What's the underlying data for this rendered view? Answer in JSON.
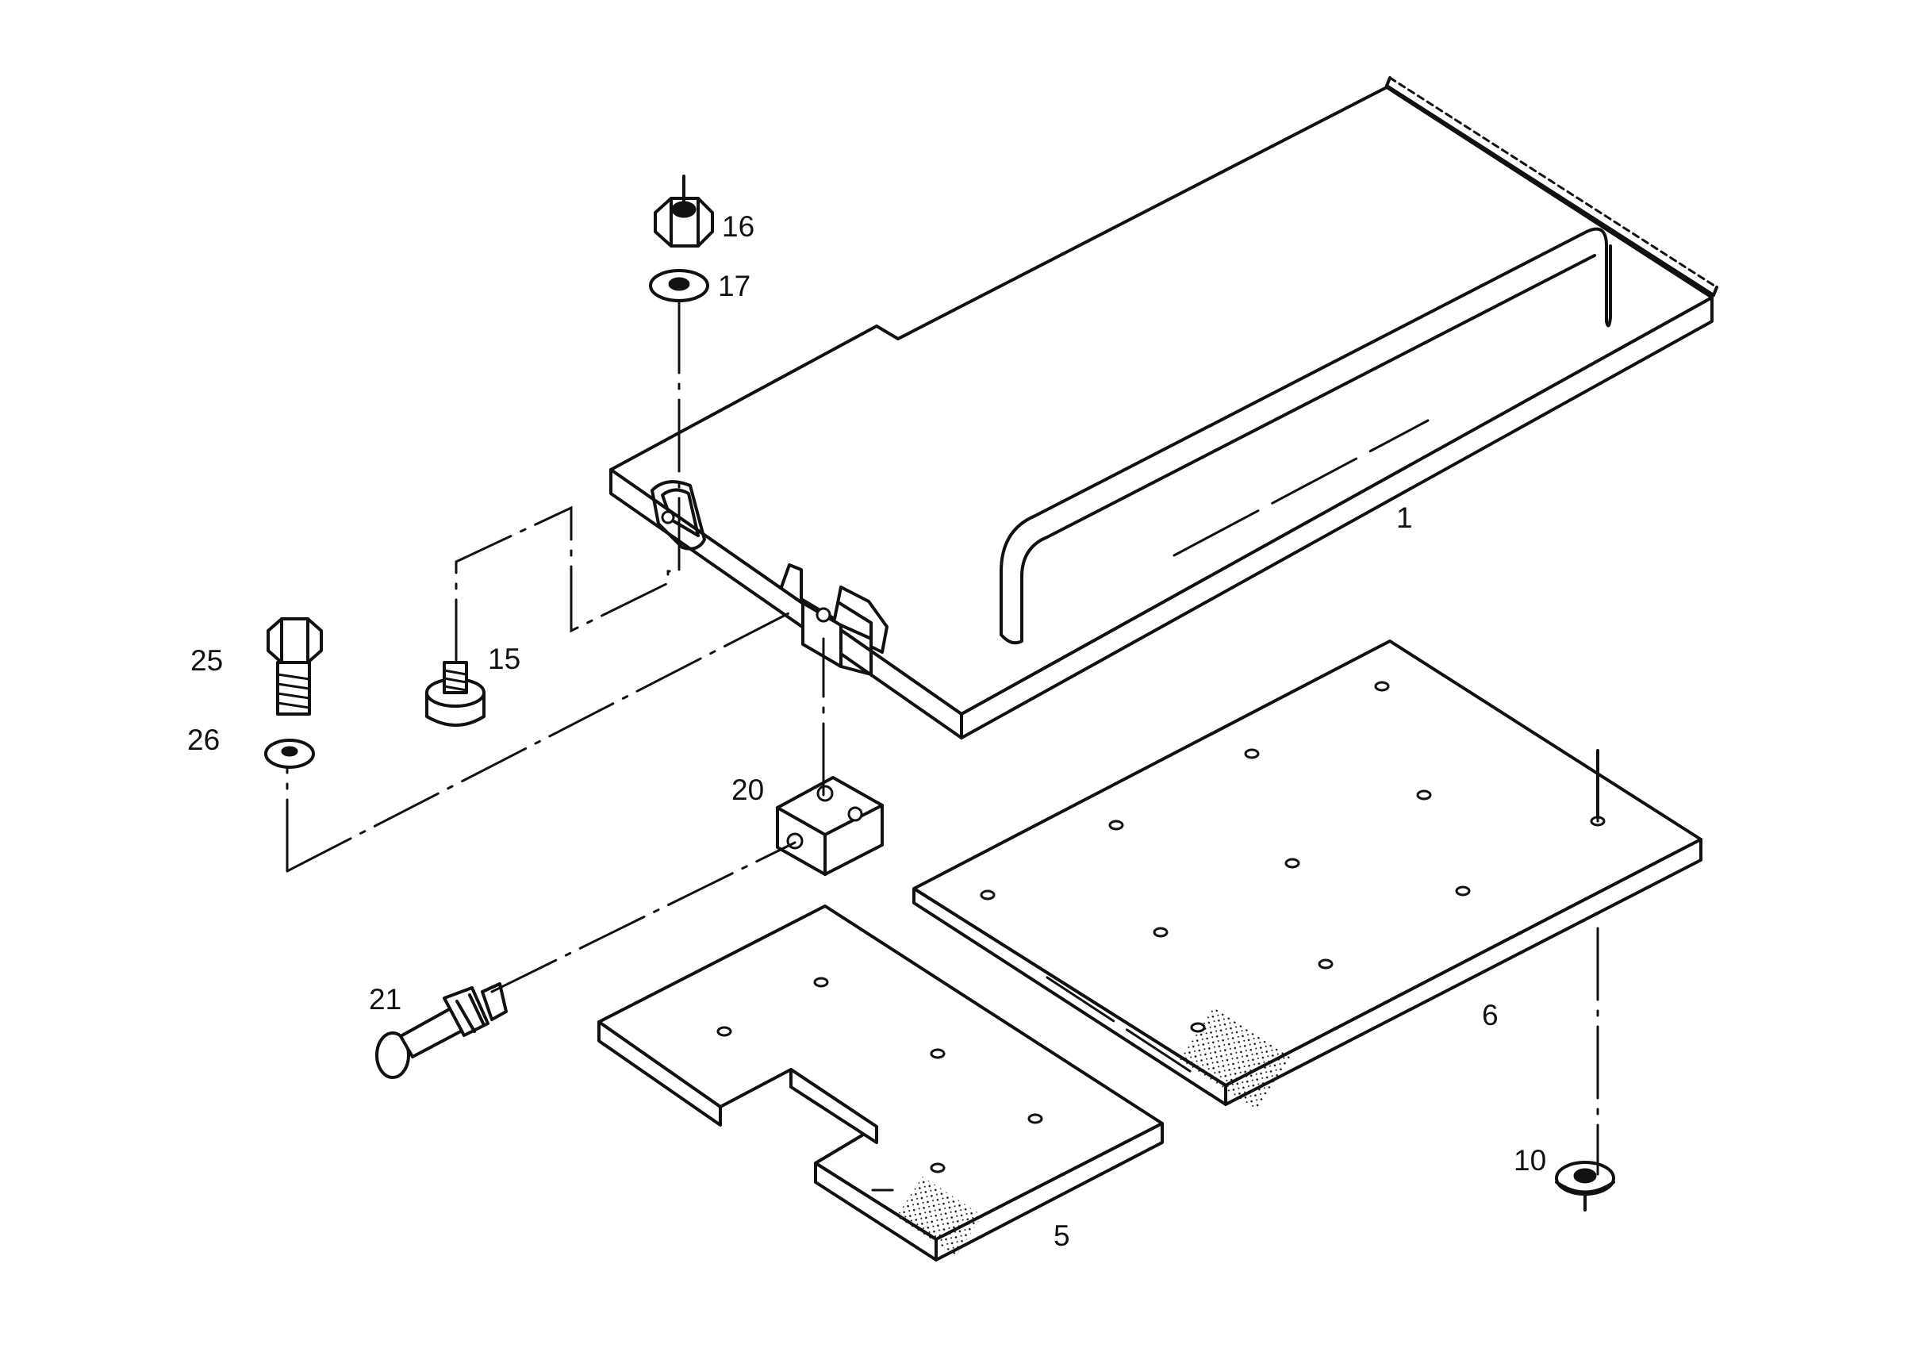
{
  "parts": [
    {
      "id": "part-1",
      "label": "1"
    },
    {
      "id": "part-5",
      "label": "5"
    },
    {
      "id": "part-6",
      "label": "6"
    },
    {
      "id": "part-10",
      "label": "10"
    },
    {
      "id": "part-15",
      "label": "15"
    },
    {
      "id": "part-16",
      "label": "16"
    },
    {
      "id": "part-17",
      "label": "17"
    },
    {
      "id": "part-20",
      "label": "20"
    },
    {
      "id": "part-21",
      "label": "21"
    },
    {
      "id": "part-25",
      "label": "25"
    },
    {
      "id": "part-26",
      "label": "26"
    }
  ]
}
